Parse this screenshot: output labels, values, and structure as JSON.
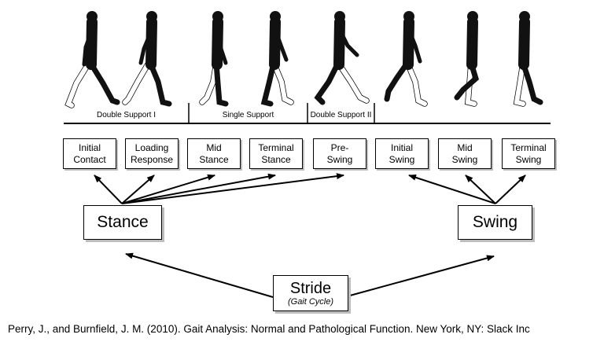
{
  "support_phases": [
    {
      "label": "Double Support I"
    },
    {
      "label": "Single Support"
    },
    {
      "label": "Double Support II"
    }
  ],
  "phases": [
    {
      "line1": "Initial",
      "line2": "Contact"
    },
    {
      "line1": "Loading",
      "line2": "Response"
    },
    {
      "line1": "Mid",
      "line2": "Stance"
    },
    {
      "line1": "Terminal",
      "line2": "Stance"
    },
    {
      "line1": "Pre-",
      "line2": "Swing"
    },
    {
      "line1": "Initial",
      "line2": "Swing"
    },
    {
      "line1": "Mid",
      "line2": "Swing"
    },
    {
      "line1": "Terminal",
      "line2": "Swing"
    }
  ],
  "stance": {
    "label": "Stance"
  },
  "swing": {
    "label": "Swing"
  },
  "stride": {
    "label": "Stride",
    "sublabel": "(Gait Cycle)"
  },
  "citation": "Perry, J., and Burnfield, J. M. (2010). Gait Analysis: Normal and Pathological Function. New York, NY: Slack Inc",
  "colors": {
    "figure": "#111111",
    "contralateral_leg": "#ffffff",
    "outline": "#000000",
    "shadow": "#bdbdbd"
  }
}
